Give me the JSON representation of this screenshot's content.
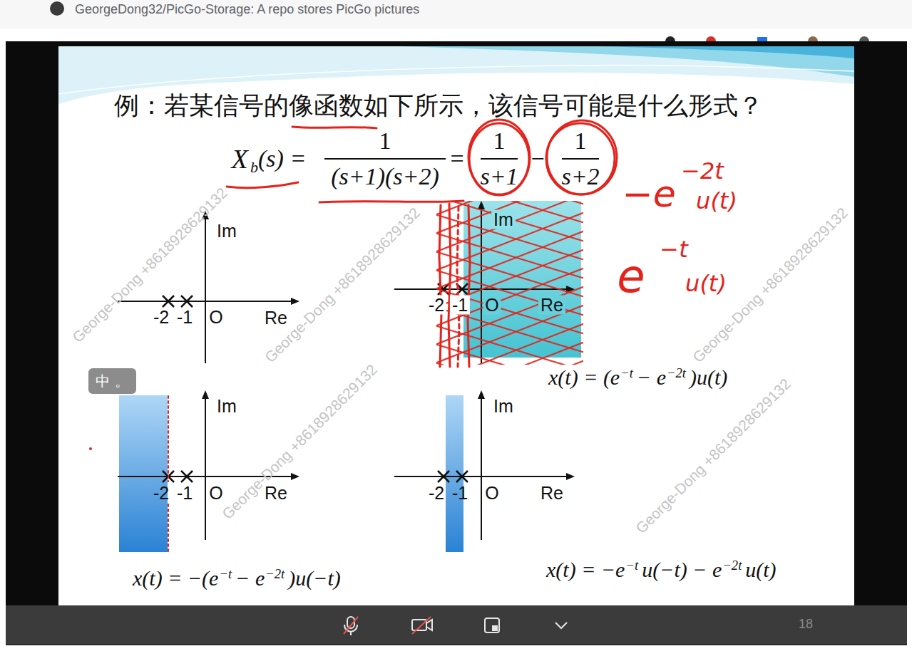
{
  "diagram": {
    "title": "例：若某信号的像函数如下所示，该信号可能是什么形式？",
    "nodes": [
      {
        "text": [
          "中 。"
        ]
      }
    ],
    "labels": [
      "GeorgeDong32/PicGo-Storage: A repo stores PicGo pictures",
      "X",
      "b",
      "(s) =",
      "1",
      "(s+1)(s+2)",
      "=",
      "1",
      "s+1",
      "−",
      "1",
      "s+2",
      "−e",
      "−2t",
      "u(t)",
      "e",
      "−t",
      "u(t)",
      "Im",
      "-2",
      "-1",
      "O",
      "Re",
      "Im",
      "-2",
      "-1",
      "O",
      "Re",
      "x(t) = (e",
      "−t",
      "− e",
      "−2t",
      ")u(t)",
      "Im",
      "-2",
      "-1",
      "O",
      "Re",
      "x(t) = −(e",
      "−t",
      "− e",
      "−2t",
      ")u(−t)",
      "Im",
      "-2",
      "-1",
      "O",
      "Re",
      "x(t) = −e",
      "−t",
      "u(−t) − e",
      "−2t",
      "u(t)",
      "18",
      "George-Dong +8618928629132",
      "George-Dong +8618928629132",
      "George-Dong +8618928629132",
      "George-Dong +8618928629132",
      "George-Dong +8618928629132"
    ]
  }
}
